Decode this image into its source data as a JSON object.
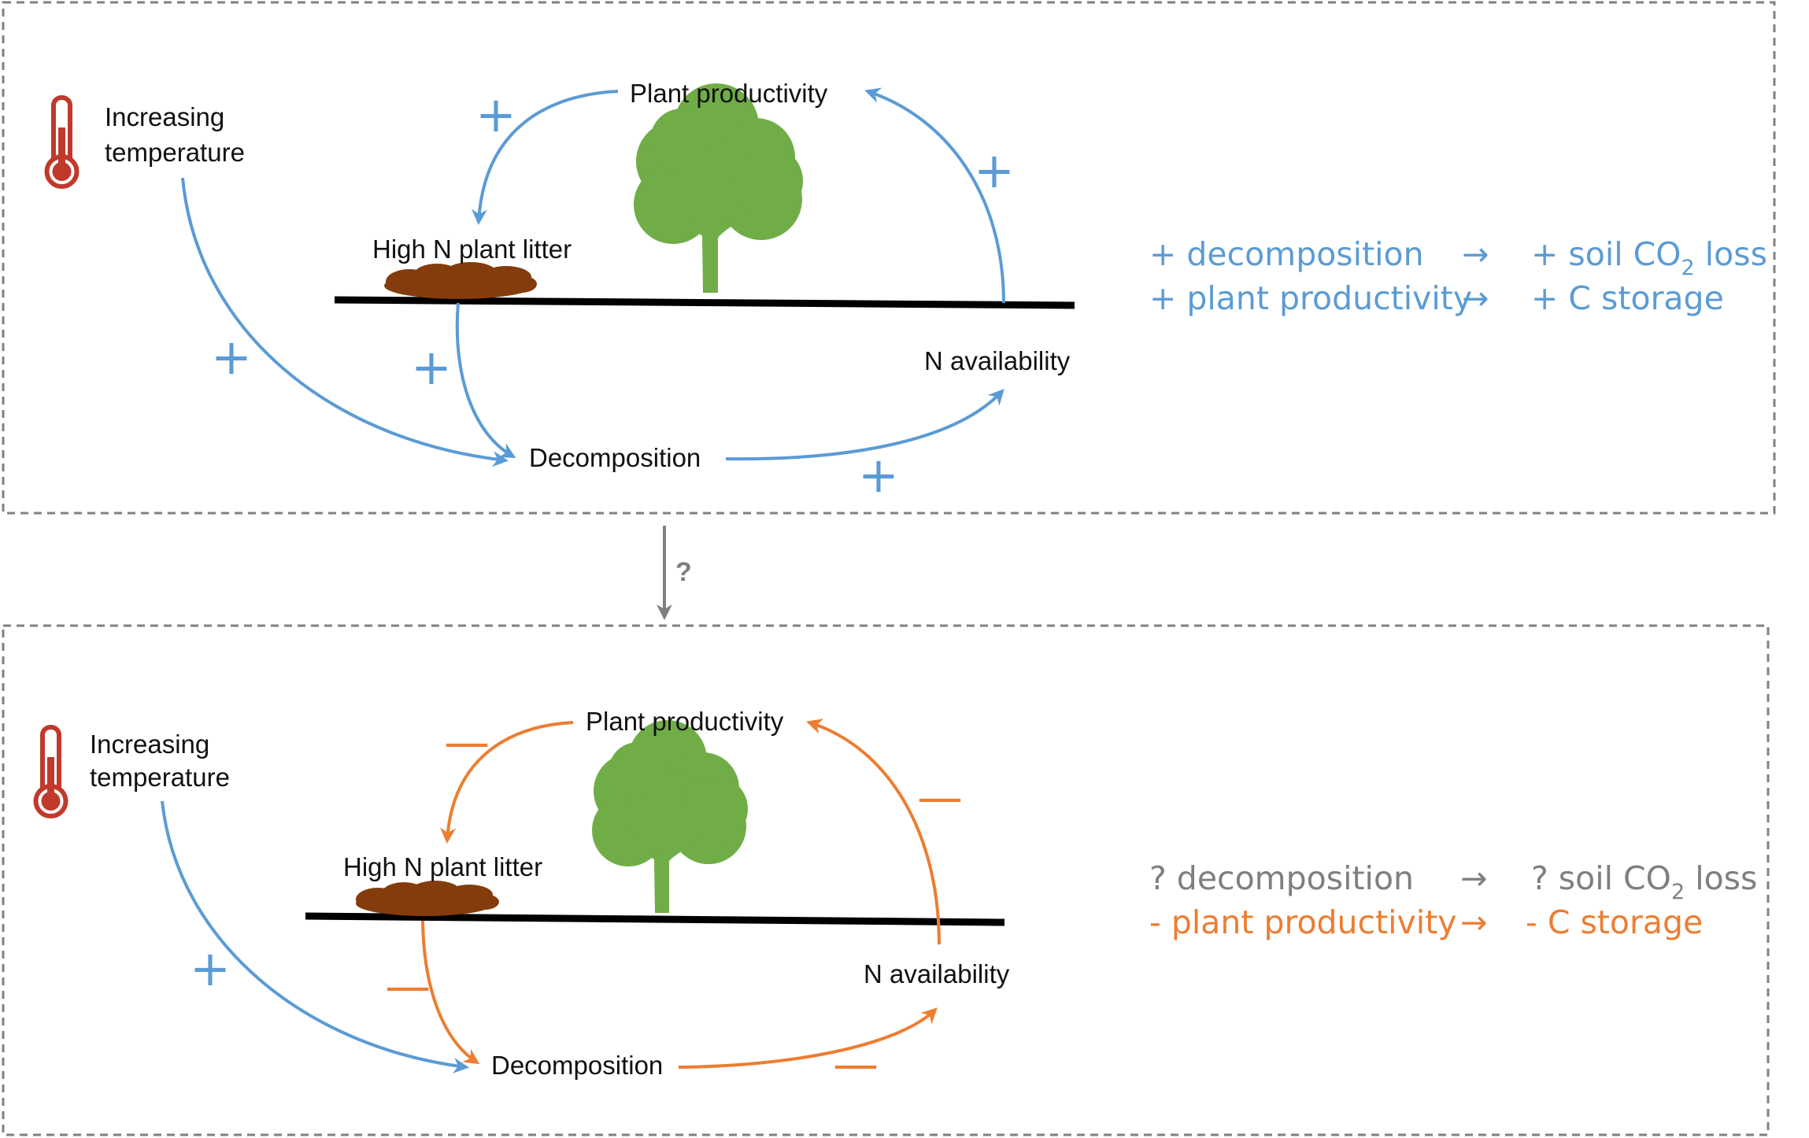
{
  "colors": {
    "positive": "#5B9BD5",
    "negative": "#ED7D31",
    "neutral": "#7F7F7F",
    "thermometer": "#C0392B",
    "tree": "#70AD47",
    "litter": "#843C0C",
    "border": "#808080"
  },
  "connector": {
    "label": "?"
  },
  "panels": [
    {
      "labels": {
        "temperature_line1": "Increasing",
        "temperature_line2": "temperature",
        "plant_productivity": "Plant productivity",
        "litter": "High N plant litter",
        "n_availability": "N availability",
        "decomposition": "Decomposition"
      },
      "signs": {
        "productivity_to_litter": "+",
        "availability_to_productivity": "+",
        "temperature_to_decomposition": "+",
        "litter_to_decomposition": "+",
        "decomposition_to_availability": "+"
      },
      "summary": [
        {
          "left": "+ decomposition",
          "arrow": "→",
          "right_pre": "+ soil CO",
          "right_sub": "2",
          "right_post": " loss"
        },
        {
          "left": "+ plant productivity",
          "arrow": "→",
          "right_pre": "+ C storage",
          "right_sub": "",
          "right_post": ""
        }
      ]
    },
    {
      "labels": {
        "temperature_line1": "Increasing",
        "temperature_line2": "temperature",
        "plant_productivity": "Plant productivity",
        "litter": "High N plant litter",
        "n_availability": "N availability",
        "decomposition": "Decomposition"
      },
      "signs": {
        "productivity_to_litter": "—",
        "availability_to_productivity": "—",
        "temperature_to_decomposition": "+",
        "litter_to_decomposition": "—",
        "decomposition_to_availability": "—"
      },
      "summary": [
        {
          "left": "? decomposition",
          "arrow": "→",
          "right_pre": "? soil CO",
          "right_sub": "2",
          "right_post": " loss"
        },
        {
          "left": "- plant productivity",
          "arrow": "→",
          "right_pre": "- C storage",
          "right_sub": "",
          "right_post": ""
        }
      ]
    }
  ]
}
